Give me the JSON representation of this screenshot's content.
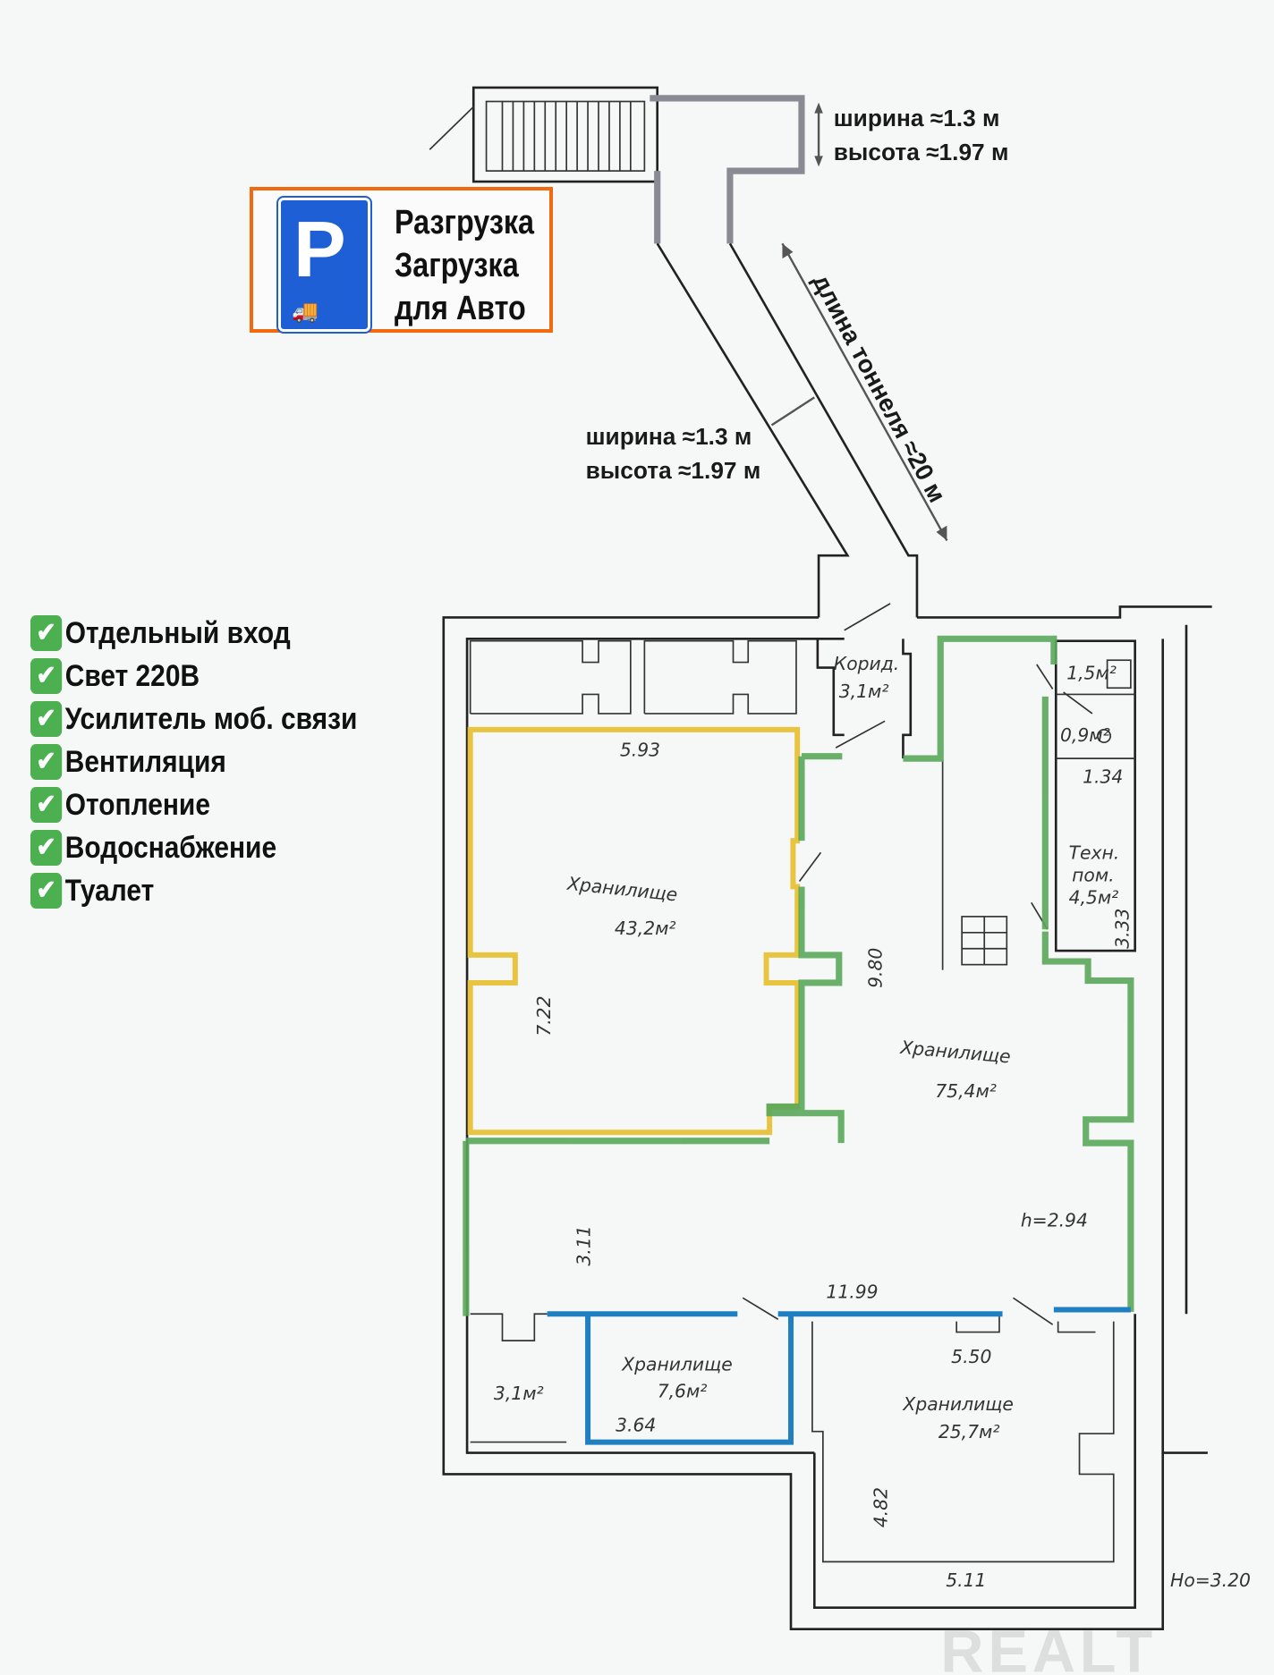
{
  "sign": {
    "letter": "P",
    "lines": [
      "Разгрузка",
      "Загрузка",
      "для Авто"
    ],
    "icon": "truck-loading-icon"
  },
  "tunnel_top": {
    "width": "ширина ≈1.3 м",
    "height": "высота ≈1.97 м"
  },
  "tunnel_mid": {
    "width": "ширина ≈1.3 м",
    "height": "высота ≈1.97 м"
  },
  "tunnel_length": "длина тоннеля ≈20 м",
  "features": [
    "Отдельный вход",
    "Свет 220В",
    "Усилитель моб. связи",
    "Вентиляция",
    "Отопление",
    "Водоснабжение",
    "Туалет"
  ],
  "rooms": {
    "corridor": {
      "name": "Корид.",
      "area": "3,1м²"
    },
    "wc1": "1,5м²",
    "wc2": "0,9м²",
    "tech": {
      "name": "Техн.",
      "name2": "пом.",
      "area": "4,5м²"
    },
    "storage_yellow": {
      "name": "Хранилище",
      "area": "43,2м²"
    },
    "storage_green": {
      "name": "Хранилище",
      "area": "75,4м²"
    },
    "storage_blue": {
      "name": "Хранилище",
      "area": "7,6м²"
    },
    "storage_bottom": {
      "name": "Хранилище",
      "area": "25,7м²"
    },
    "small": "3,1м²"
  },
  "dims": {
    "d593": "5.93",
    "d722": "7.22",
    "d980": "9.80",
    "d134": "1.34",
    "d333": "3.33",
    "d311": "3.11",
    "d1199": "11.99",
    "d550": "5.50",
    "d364": "3.64",
    "d482": "4.82",
    "d511": "5.11",
    "h294": "h=2.94",
    "h320": "Ho=3.20"
  },
  "watermark": "REALT",
  "colors": {
    "yellow": "#e8c440",
    "green": "#5aa85a",
    "blue": "#1f7fc0",
    "orange": "#f26a10"
  }
}
